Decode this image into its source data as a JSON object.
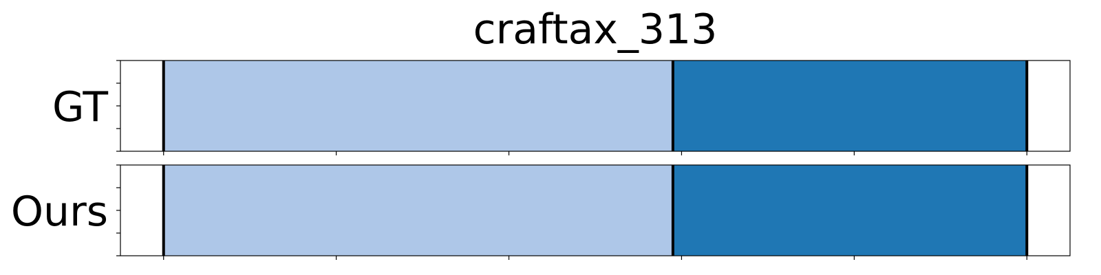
{
  "chart_data": {
    "type": "bar",
    "title": "craftax_313",
    "rows": [
      {
        "label": "GT",
        "segments": [
          {
            "start": 0,
            "end": 59,
            "color": "#aec7e8"
          },
          {
            "start": 59,
            "end": 100,
            "color": "#1f77b4"
          }
        ]
      },
      {
        "label": "Ours",
        "segments": [
          {
            "start": 0,
            "end": 59,
            "color": "#aec7e8"
          },
          {
            "start": 59,
            "end": 100,
            "color": "#1f77b4"
          }
        ]
      }
    ],
    "xlim": [
      -5,
      105
    ],
    "tick_label_visible": false,
    "grid": false
  }
}
